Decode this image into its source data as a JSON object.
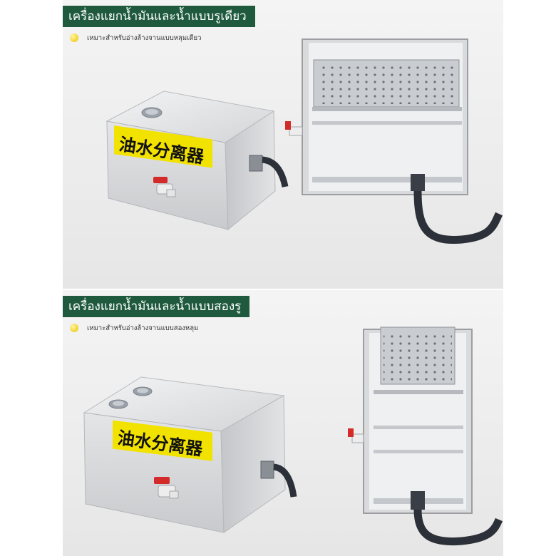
{
  "sections": [
    {
      "title": "เครื่องแยกน้ำมันและน้ำแบบรูเดียว",
      "note": "เหมาะสำหรับอ่างล้างจานแบบหลุมเดียว",
      "tank_label": "油水分离器"
    },
    {
      "title": "เครื่องแยกน้ำมันและน้ำแบบสองรู",
      "note": "เหมาะสำหรับอ่างล้างจานแบบสองหลุม",
      "tank_label": "油水分离器"
    }
  ],
  "colors": {
    "title_bg": "#1f5a3f",
    "label_bg": "#f2e200",
    "valve_red": "#d42a2a",
    "hose": "#2c3038",
    "steel": "#d9dadc"
  },
  "icons": [
    "bullet-dot-icon",
    "red-valve-icon",
    "drain-hose-icon"
  ]
}
